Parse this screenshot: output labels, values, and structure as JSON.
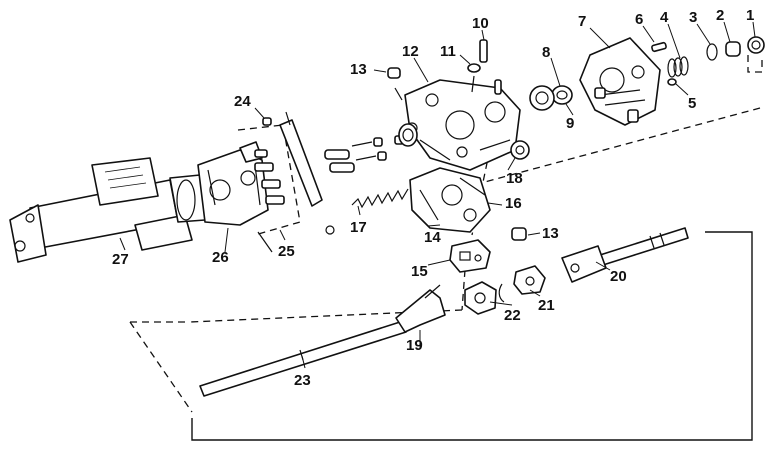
{
  "labels": {
    "l1": "1",
    "l2": "2",
    "l3": "3",
    "l4": "4",
    "l5": "5",
    "l6": "6",
    "l7": "7",
    "l8": "8",
    "l9": "9",
    "l10": "10",
    "l11": "11",
    "l12": "12",
    "l13a": "13",
    "l13b": "13",
    "l14": "14",
    "l15": "15",
    "l16": "16",
    "l17": "17",
    "l18": "18",
    "l19": "19",
    "l20": "20",
    "l21": "21",
    "l22": "22",
    "l23": "23",
    "l24": "24",
    "l25": "25",
    "l26": "26",
    "l27": "27"
  }
}
